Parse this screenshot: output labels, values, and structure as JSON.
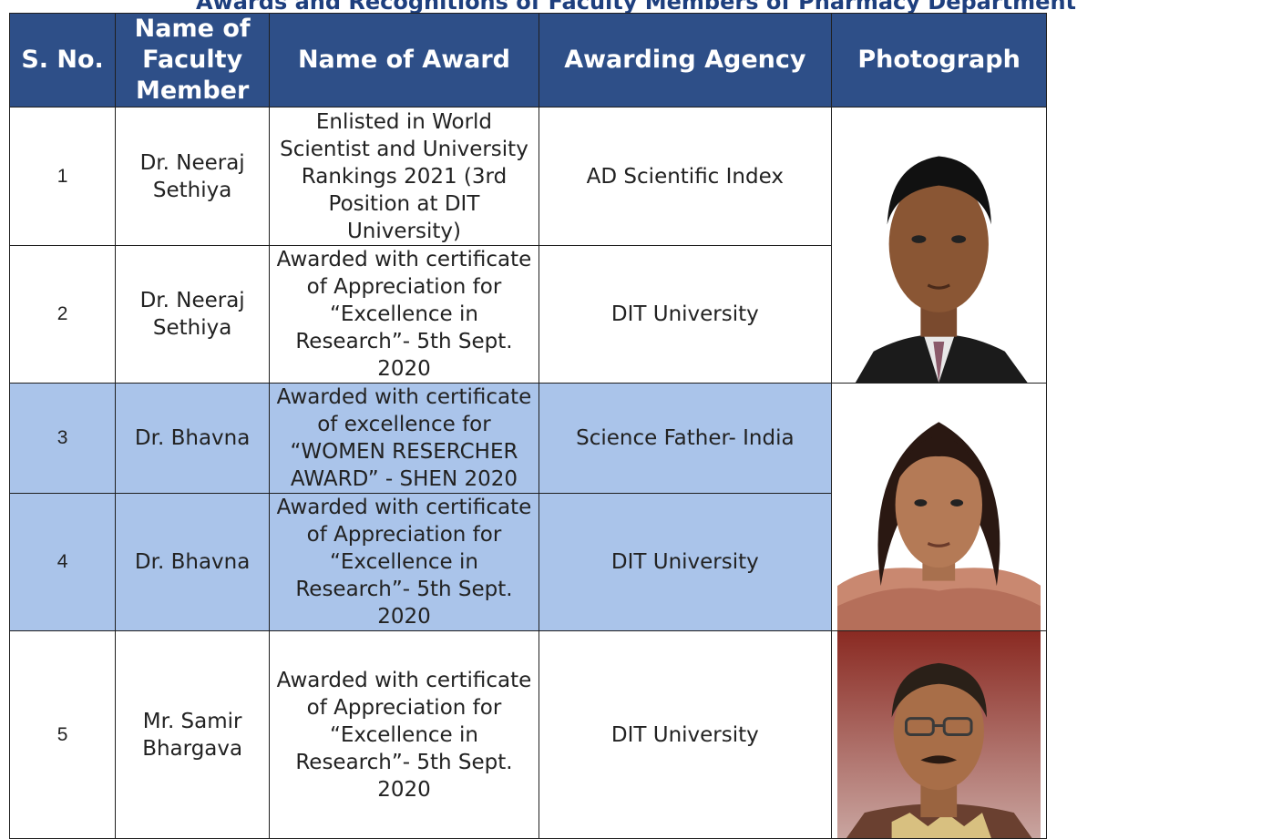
{
  "page_heading": "Awards and Recognitions of Faculty Members of Pharmacy Department",
  "table": {
    "headers": {
      "sno": "S. No.",
      "faculty": "Name of Faculty Member",
      "award": "Name of Award",
      "agency": "Awarding Agency",
      "photo": "Photograph"
    },
    "rows": [
      {
        "sno": "1",
        "faculty": "Dr. Neeraj Sethiya",
        "award": "Enlisted in World Scientist and University Rankings 2021 (3rd Position at DIT University)",
        "agency": "AD Scientific Index"
      },
      {
        "sno": "2",
        "faculty": "Dr. Neeraj Sethiya",
        "award": "Awarded with certificate of Appreciation for “Excellence in Research”- 5th Sept. 2020",
        "agency": "DIT University"
      },
      {
        "sno": "3",
        "faculty": "Dr. Bhavna",
        "award": "Awarded with certificate of excellence for “WOMEN RESERCHER AWARD” - SHEN 2020",
        "agency": "Science Father- India"
      },
      {
        "sno": "4",
        "faculty": "Dr. Bhavna",
        "award": "Awarded with certificate of Appreciation for “Excellence in Research”- 5th Sept. 2020",
        "agency": "DIT University"
      },
      {
        "sno": "5",
        "faculty": "Mr. Samir Bhargava",
        "award": "Awarded with certificate of Appreciation for “Excellence in Research”- 5th Sept. 2020",
        "agency": "DIT University"
      }
    ]
  },
  "colors": {
    "header_bg": "#2e4f88",
    "highlight_row_bg": "#aac4ea",
    "border": "#1f1f1f"
  }
}
